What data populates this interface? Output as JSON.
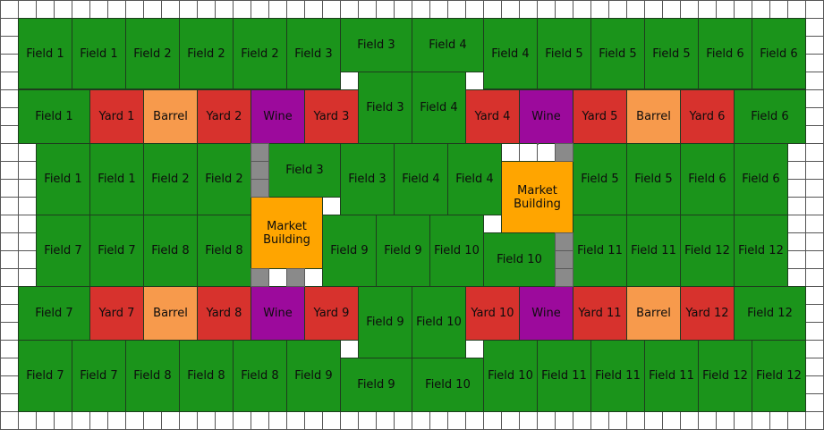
{
  "legend_colors": {
    "field": "#1b941b",
    "yard": "#d7322d",
    "barrel": "#f79a4c",
    "wine": "#9c0a9c",
    "market": "#ffa500",
    "path": "#8a8a8a",
    "empty": "#ffffff"
  },
  "tiles": [
    {
      "label": "Field 1",
      "kind": "field"
    },
    {
      "label": "Field 1",
      "kind": "field"
    },
    {
      "label": "Field 2",
      "kind": "field"
    },
    {
      "label": "Field 2",
      "kind": "field"
    },
    {
      "label": "Field 2",
      "kind": "field"
    },
    {
      "label": "Field 3",
      "kind": "field"
    },
    {
      "label": "Field 3",
      "kind": "field"
    },
    {
      "label": "Field 4",
      "kind": "field"
    },
    {
      "label": "Field 4",
      "kind": "field"
    },
    {
      "label": "Field 5",
      "kind": "field"
    },
    {
      "label": "Field 5",
      "kind": "field"
    },
    {
      "label": "Field 5",
      "kind": "field"
    },
    {
      "label": "Field 6",
      "kind": "field"
    },
    {
      "label": "Field 6",
      "kind": "field"
    },
    {
      "label": "Field 1",
      "kind": "field"
    },
    {
      "label": "Yard 1",
      "kind": "yard"
    },
    {
      "label": "Barrel",
      "kind": "barrel"
    },
    {
      "label": "Yard 2",
      "kind": "yard"
    },
    {
      "label": "Wine",
      "kind": "wine"
    },
    {
      "label": "Yard 3",
      "kind": "yard"
    },
    {
      "label": "Field 3",
      "kind": "field"
    },
    {
      "label": "Field 4",
      "kind": "field"
    },
    {
      "label": "Yard 4",
      "kind": "yard"
    },
    {
      "label": "Wine",
      "kind": "wine"
    },
    {
      "label": "Yard 5",
      "kind": "yard"
    },
    {
      "label": "Barrel",
      "kind": "barrel"
    },
    {
      "label": "Yard 6",
      "kind": "yard"
    },
    {
      "label": "Field 6",
      "kind": "field"
    },
    {
      "label": "Field 1",
      "kind": "field"
    },
    {
      "label": "Field 1",
      "kind": "field"
    },
    {
      "label": "Field 2",
      "kind": "field"
    },
    {
      "label": "Field 2",
      "kind": "field"
    },
    {
      "label": "Field 3",
      "kind": "field"
    },
    {
      "label": "Field 3",
      "kind": "field"
    },
    {
      "label": "Field 4",
      "kind": "field"
    },
    {
      "label": "Field 4",
      "kind": "field"
    },
    {
      "label": "Market Building",
      "kind": "market"
    },
    {
      "label": "Field 5",
      "kind": "field"
    },
    {
      "label": "Field 5",
      "kind": "field"
    },
    {
      "label": "Field 6",
      "kind": "field"
    },
    {
      "label": "Field 6",
      "kind": "field"
    },
    {
      "label": "Field 7",
      "kind": "field"
    },
    {
      "label": "Field 7",
      "kind": "field"
    },
    {
      "label": "Field 8",
      "kind": "field"
    },
    {
      "label": "Field 8",
      "kind": "field"
    },
    {
      "label": "Market Building",
      "kind": "market"
    },
    {
      "label": "Field 9",
      "kind": "field"
    },
    {
      "label": "Field 9",
      "kind": "field"
    },
    {
      "label": "Field 10",
      "kind": "field"
    },
    {
      "label": "Field 10",
      "kind": "field"
    },
    {
      "label": "Field 11",
      "kind": "field"
    },
    {
      "label": "Field 11",
      "kind": "field"
    },
    {
      "label": "Field 12",
      "kind": "field"
    },
    {
      "label": "Field 12",
      "kind": "field"
    },
    {
      "label": "Field 7",
      "kind": "field"
    },
    {
      "label": "Yard 7",
      "kind": "yard"
    },
    {
      "label": "Barrel",
      "kind": "barrel"
    },
    {
      "label": "Yard 8",
      "kind": "yard"
    },
    {
      "label": "Wine",
      "kind": "wine"
    },
    {
      "label": "Yard 9",
      "kind": "yard"
    },
    {
      "label": "Field 9",
      "kind": "field"
    },
    {
      "label": "Field 10",
      "kind": "field"
    },
    {
      "label": "Yard 10",
      "kind": "yard"
    },
    {
      "label": "Wine",
      "kind": "wine"
    },
    {
      "label": "Yard 11",
      "kind": "yard"
    },
    {
      "label": "Barrel",
      "kind": "barrel"
    },
    {
      "label": "Yard 12",
      "kind": "yard"
    },
    {
      "label": "Field 12",
      "kind": "field"
    },
    {
      "label": "Field 7",
      "kind": "field"
    },
    {
      "label": "Field 7",
      "kind": "field"
    },
    {
      "label": "Field 8",
      "kind": "field"
    },
    {
      "label": "Field 8",
      "kind": "field"
    },
    {
      "label": "Field 8",
      "kind": "field"
    },
    {
      "label": "Field 9",
      "kind": "field"
    },
    {
      "label": "Field 9",
      "kind": "field"
    },
    {
      "label": "Field 10",
      "kind": "field"
    },
    {
      "label": "Field 10",
      "kind": "field"
    },
    {
      "label": "Field 11",
      "kind": "field"
    },
    {
      "label": "Field 11",
      "kind": "field"
    },
    {
      "label": "Field 11",
      "kind": "field"
    },
    {
      "label": "Field 12",
      "kind": "field"
    },
    {
      "label": "Field 12",
      "kind": "field"
    },
    {
      "label": "",
      "kind": "path"
    },
    {
      "label": "",
      "kind": "path"
    },
    {
      "label": "",
      "kind": "path"
    },
    {
      "label": "",
      "kind": "path"
    },
    {
      "label": "",
      "kind": "path"
    },
    {
      "label": "",
      "kind": "path"
    },
    {
      "label": "",
      "kind": "path"
    },
    {
      "label": "",
      "kind": "path"
    },
    {
      "label": "",
      "kind": "path"
    },
    {
      "label": "",
      "kind": "path"
    }
  ]
}
